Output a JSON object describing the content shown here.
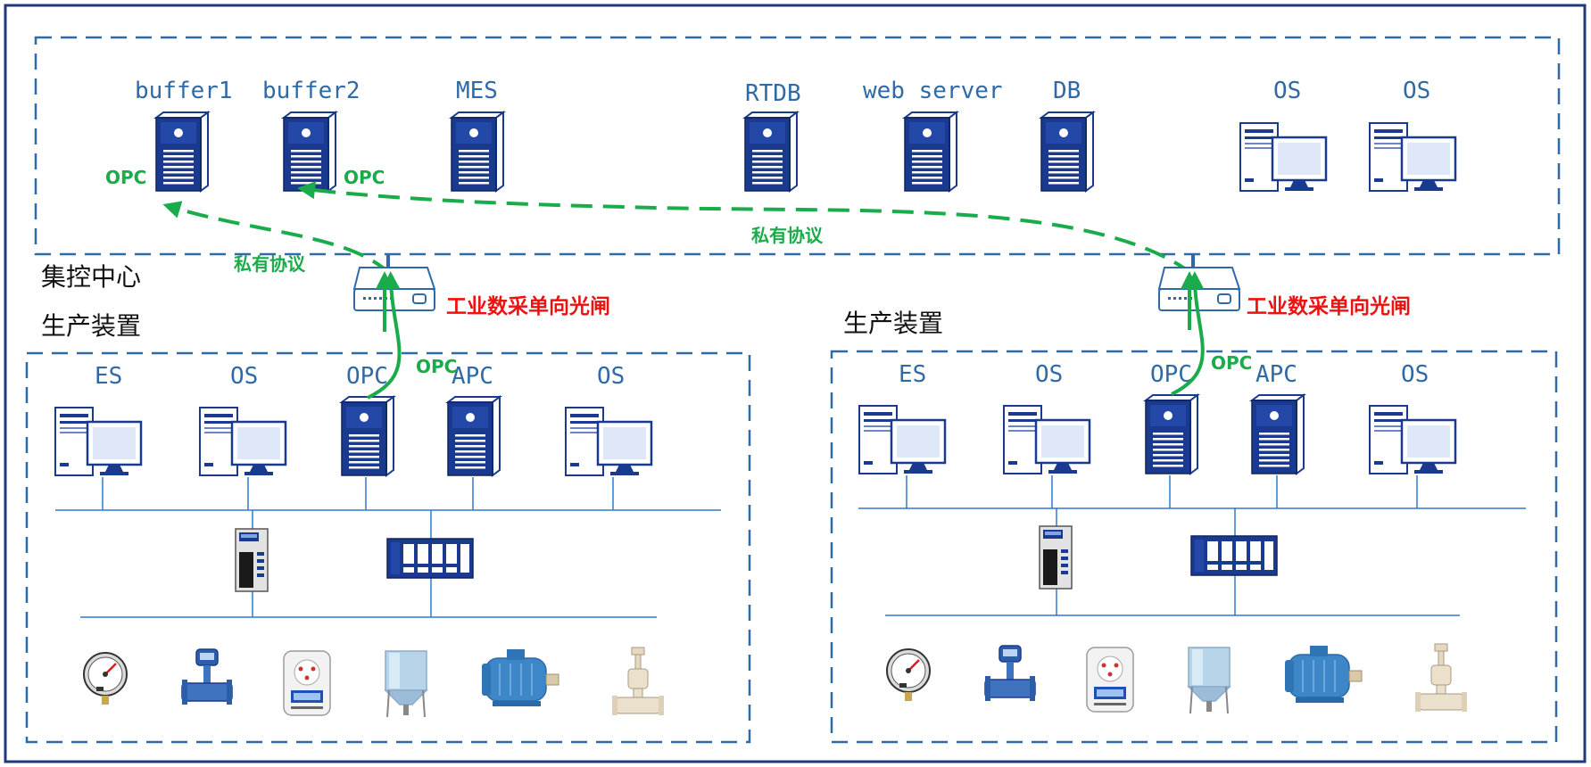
{
  "colors": {
    "frame": "#1f3a78",
    "dashed_border": "#2f6aa7",
    "server_blue": "#1a3a8f",
    "bus_line": "#2f7ad0",
    "protocol_green": "#1aab4a",
    "gateway_red": "#ee1111",
    "label_blue": "#2f6aa7"
  },
  "control_center": {
    "label": "集控中心",
    "nodes": [
      {
        "label": "buffer1",
        "icon": "server-icon"
      },
      {
        "label": "buffer2",
        "icon": "server-icon"
      },
      {
        "label": "MES",
        "icon": "server-icon"
      },
      {
        "label": "RTDB",
        "icon": "server-icon"
      },
      {
        "label": "web server",
        "icon": "server-icon"
      },
      {
        "label": "DB",
        "icon": "server-icon"
      },
      {
        "label": "OS",
        "icon": "workstation-icon"
      },
      {
        "label": "OS",
        "icon": "workstation-icon"
      }
    ],
    "opc_labels": [
      "OPC",
      "OPC"
    ],
    "private_protocol_labels": [
      "私有协议",
      "私有协议"
    ]
  },
  "gateway": {
    "label": "工业数采单向光闸",
    "icon": "router-icon"
  },
  "production_units": [
    {
      "label": "生产装置",
      "opc_label": "OPC",
      "nodes": [
        {
          "label": "ES",
          "icon": "workstation-icon"
        },
        {
          "label": "OS",
          "icon": "workstation-icon"
        },
        {
          "label": "OPC",
          "icon": "server-icon"
        },
        {
          "label": "APC",
          "icon": "server-icon"
        },
        {
          "label": "OS",
          "icon": "workstation-icon"
        }
      ],
      "controllers": [
        "controller-module-icon",
        "io-rack-icon"
      ],
      "field_devices": [
        "pressure-gauge-icon",
        "flowmeter-icon",
        "meter-device-icon",
        "tank-icon",
        "motor-icon",
        "valve-icon"
      ]
    },
    {
      "label": "生产装置",
      "opc_label": "OPC",
      "nodes": [
        {
          "label": "ES",
          "icon": "workstation-icon"
        },
        {
          "label": "OS",
          "icon": "workstation-icon"
        },
        {
          "label": "OPC",
          "icon": "server-icon"
        },
        {
          "label": "APC",
          "icon": "server-icon"
        },
        {
          "label": "OS",
          "icon": "workstation-icon"
        }
      ],
      "controllers": [
        "controller-module-icon",
        "io-rack-icon"
      ],
      "field_devices": [
        "pressure-gauge-icon",
        "flowmeter-icon",
        "meter-device-icon",
        "tank-icon",
        "motor-icon",
        "valve-icon"
      ]
    }
  ]
}
